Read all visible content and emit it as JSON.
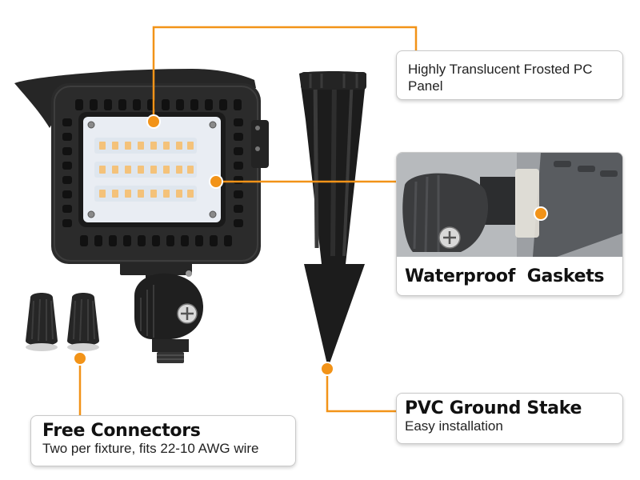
{
  "colors": {
    "accent": "#f29318",
    "fixture": "#2b2b2b",
    "led_warm": "#f4c27a",
    "box_border": "#c9c9c9"
  },
  "callouts": {
    "panel": {
      "text": "Highly Translucent Frosted PC Panel",
      "icon": "frosted-panel-callout"
    },
    "gaskets": {
      "title": "Waterproof  Gaskets",
      "icon": "gasket-closeup-photo"
    },
    "stake": {
      "title": "PVC Ground Stake",
      "subtitle": "Easy installation"
    },
    "connectors": {
      "title": "Free Connectors",
      "subtitle": "Two per fixture, fits 22-10 AWG wire"
    }
  }
}
